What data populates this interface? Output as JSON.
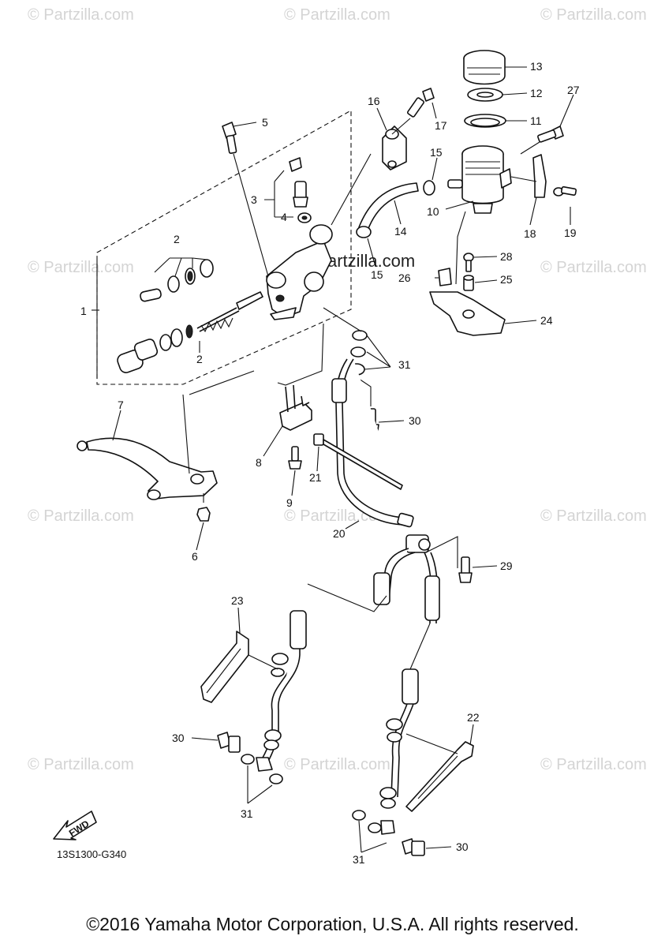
{
  "watermark": {
    "text": "© Partzilla.com",
    "center_text": "© Partzilla.com"
  },
  "diagram_code": "13S1300-G340",
  "fwd_label": "FWD",
  "copyright": "©2016 Yamaha Motor Corporation, U.S.A. All rights reserved.",
  "callouts": {
    "c1": "1",
    "c2a": "2",
    "c2b": "2",
    "c3": "3",
    "c4": "4",
    "c5": "5",
    "c6": "6",
    "c7": "7",
    "c8": "8",
    "c9": "9",
    "c10": "10",
    "c11": "11",
    "c12": "12",
    "c13": "13",
    "c14": "14",
    "c15a": "15",
    "c15b": "15",
    "c16": "16",
    "c17": "17",
    "c18": "18",
    "c19": "19",
    "c20": "20",
    "c21": "21",
    "c22": "22",
    "c23": "23",
    "c24": "24",
    "c25": "25",
    "c26": "26",
    "c27": "27",
    "c28": "28",
    "c29": "29",
    "c30a": "30",
    "c30b": "30",
    "c30c": "30",
    "c31a": "31",
    "c31b": "31",
    "c31c": "31"
  }
}
